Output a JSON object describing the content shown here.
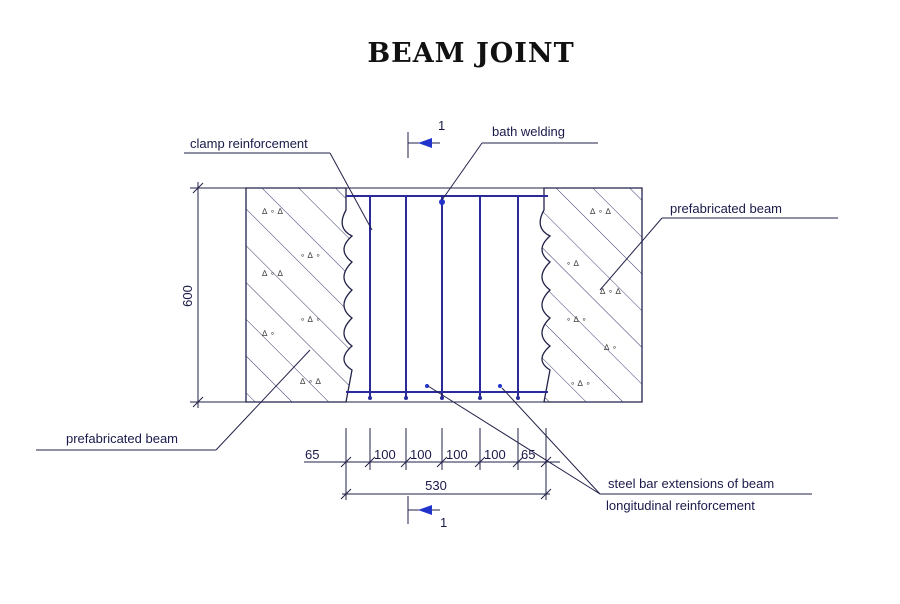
{
  "title": "BEAM  JOINT",
  "section_mark": "1",
  "labels": {
    "clamp": "clamp reinforcement",
    "bath": "bath welding",
    "prefab_right": "prefabricated beam",
    "prefab_left": "prefabricated beam",
    "steel_ext": "steel bar extensions of beam",
    "longitudinal": "longitudinal reinforcement"
  },
  "dims": {
    "height": "600",
    "left_edge": "65",
    "spacings": [
      "100",
      "100",
      "100",
      "100"
    ],
    "right_edge": "65",
    "total": "530"
  },
  "colors": {
    "line": "#22224a",
    "rebar": "#2a2a9a",
    "arrow": "#2233cc"
  }
}
